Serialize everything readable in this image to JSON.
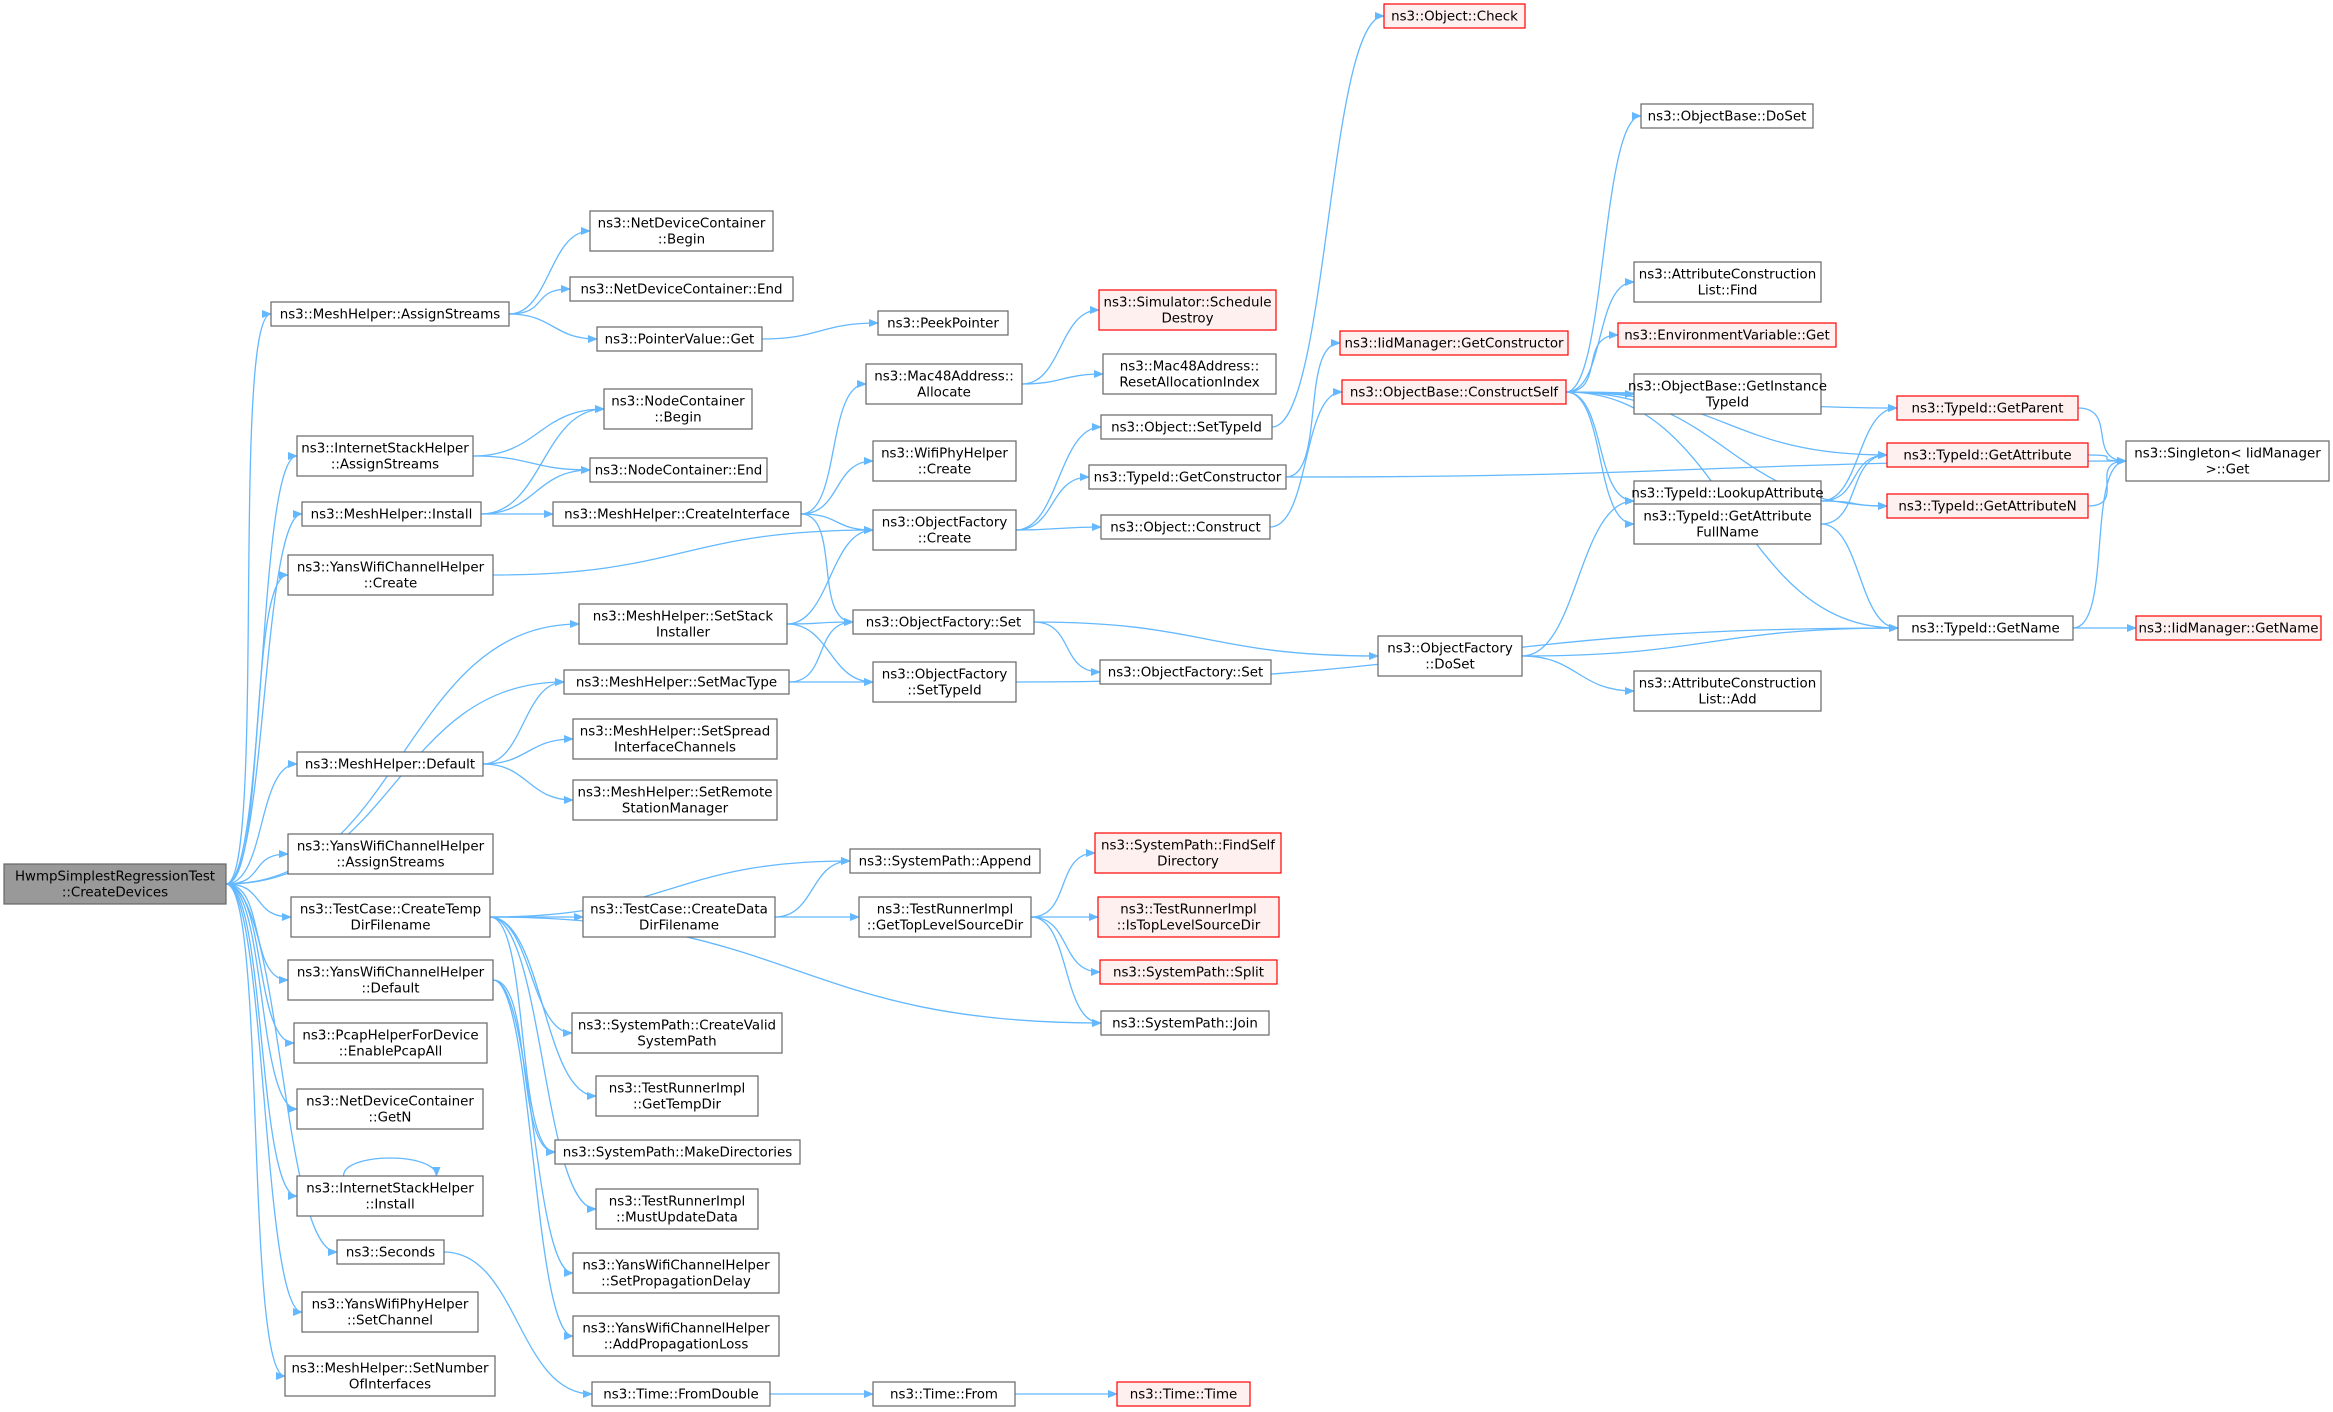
{
  "colors": {
    "edge": "#63b8ff",
    "box_border": "#666666",
    "box_fill": "#ffffff",
    "root_fill": "#999999",
    "truncated_border": "#ff0000",
    "truncated_fill": "#fff0f0"
  },
  "nodes": {
    "root": {
      "lines": [
        "HwmpSimplestRegressionTest",
        "::CreateDevices"
      ],
      "kind": "root"
    },
    "mh_assign": {
      "lines": [
        "ns3::MeshHelper::AssignStreams"
      ]
    },
    "ndc_begin": {
      "lines": [
        "ns3::NetDeviceContainer",
        "::Begin"
      ]
    },
    "ndc_end": {
      "lines": [
        "ns3::NetDeviceContainer::End"
      ]
    },
    "pv_get": {
      "lines": [
        "ns3::PointerValue::Get"
      ]
    },
    "peek": {
      "lines": [
        "ns3::PeekPointer"
      ]
    },
    "ish_assign": {
      "lines": [
        "ns3::InternetStackHelper",
        "::AssignStreams"
      ]
    },
    "nc_begin": {
      "lines": [
        "ns3::NodeContainer",
        "::Begin"
      ]
    },
    "nc_end": {
      "lines": [
        "ns3::NodeContainer::End"
      ]
    },
    "mh_install": {
      "lines": [
        "ns3::MeshHelper::Install"
      ]
    },
    "mh_createif": {
      "lines": [
        "ns3::MeshHelper::CreateInterface"
      ]
    },
    "mac_alloc": {
      "lines": [
        "ns3::Mac48Address::",
        "Allocate"
      ]
    },
    "sim_sched": {
      "lines": [
        "ns3::Simulator::Schedule",
        "Destroy"
      ],
      "kind": "truncated"
    },
    "mac_reset": {
      "lines": [
        "ns3::Mac48Address::",
        "ResetAllocationIndex"
      ]
    },
    "wph_create": {
      "lines": [
        "ns3::WifiPhyHelper",
        "::Create"
      ]
    },
    "ywch_create": {
      "lines": [
        "ns3::YansWifiChannelHelper",
        "::Create"
      ]
    },
    "of_create": {
      "lines": [
        "ns3::ObjectFactory",
        "::Create"
      ]
    },
    "obj_settypeid": {
      "lines": [
        "ns3::Object::SetTypeId"
      ]
    },
    "tid_getctor": {
      "lines": [
        "ns3::TypeId::GetConstructor"
      ]
    },
    "obj_construct": {
      "lines": [
        "ns3::Object::Construct"
      ]
    },
    "obj_check": {
      "lines": [
        "ns3::Object::Check"
      ],
      "kind": "truncated"
    },
    "iid_getctor": {
      "lines": [
        "ns3::IidManager::GetConstructor"
      ],
      "kind": "truncated"
    },
    "ob_construct": {
      "lines": [
        "ns3::ObjectBase::ConstructSelf"
      ],
      "kind": "truncated"
    },
    "ob_doset": {
      "lines": [
        "ns3::ObjectBase::DoSet"
      ]
    },
    "acl_find": {
      "lines": [
        "ns3::AttributeConstruction",
        "List::Find"
      ]
    },
    "env_get": {
      "lines": [
        "ns3::EnvironmentVariable::Get"
      ],
      "kind": "truncated"
    },
    "ob_getinst": {
      "lines": [
        "ns3::ObjectBase::GetInstance",
        "TypeId"
      ]
    },
    "tid_lookup": {
      "lines": [
        "ns3::TypeId::LookupAttribute",
        "ByName"
      ]
    },
    "tid_getattrfull": {
      "lines": [
        "ns3::TypeId::GetAttribute",
        "FullName"
      ]
    },
    "tid_getparent": {
      "lines": [
        "ns3::TypeId::GetParent"
      ],
      "kind": "truncated"
    },
    "tid_getattr": {
      "lines": [
        "ns3::TypeId::GetAttribute"
      ],
      "kind": "truncated"
    },
    "tid_getattrn": {
      "lines": [
        "ns3::TypeId::GetAttributeN"
      ],
      "kind": "truncated"
    },
    "singleton": {
      "lines": [
        "ns3::Singleton< IidManager",
        ">::Get"
      ]
    },
    "tid_getname": {
      "lines": [
        "ns3::TypeId::GetName"
      ]
    },
    "iid_getname": {
      "lines": [
        "ns3::IidManager::GetName"
      ],
      "kind": "truncated"
    },
    "mh_setstack": {
      "lines": [
        "ns3::MeshHelper::SetStack",
        "Installer"
      ]
    },
    "of_set": {
      "lines": [
        "ns3::ObjectFactory::Set"
      ]
    },
    "of_settypeid": {
      "lines": [
        "ns3::ObjectFactory",
        "::SetTypeId"
      ]
    },
    "of_set2": {
      "lines": [
        "ns3::ObjectFactory::Set"
      ]
    },
    "of_doset": {
      "lines": [
        "ns3::ObjectFactory",
        "::DoSet"
      ]
    },
    "acl_add": {
      "lines": [
        "ns3::AttributeConstruction",
        "List::Add"
      ]
    },
    "mh_setmac": {
      "lines": [
        "ns3::MeshHelper::SetMacType"
      ]
    },
    "mh_default": {
      "lines": [
        "ns3::MeshHelper::Default"
      ]
    },
    "mh_setspread": {
      "lines": [
        "ns3::MeshHelper::SetSpread",
        "InterfaceChannels"
      ]
    },
    "mh_setremote": {
      "lines": [
        "ns3::MeshHelper::SetRemote",
        "StationManager"
      ]
    },
    "ywch_assign": {
      "lines": [
        "ns3::YansWifiChannelHelper",
        "::AssignStreams"
      ]
    },
    "tc_createtemp": {
      "lines": [
        "ns3::TestCase::CreateTemp",
        "DirFilename"
      ]
    },
    "sp_append": {
      "lines": [
        "ns3::SystemPath::Append"
      ]
    },
    "tc_createdata": {
      "lines": [
        "ns3::TestCase::CreateData",
        "DirFilename"
      ]
    },
    "tri_gettop": {
      "lines": [
        "ns3::TestRunnerImpl",
        "::GetTopLevelSourceDir"
      ]
    },
    "sp_findself": {
      "lines": [
        "ns3::SystemPath::FindSelf",
        "Directory"
      ],
      "kind": "truncated"
    },
    "tri_istop": {
      "lines": [
        "ns3::TestRunnerImpl",
        "::IsTopLevelSourceDir"
      ],
      "kind": "truncated"
    },
    "sp_split": {
      "lines": [
        "ns3::SystemPath::Split"
      ],
      "kind": "truncated"
    },
    "sp_join": {
      "lines": [
        "ns3::SystemPath::Join"
      ]
    },
    "ywch_default": {
      "lines": [
        "ns3::YansWifiChannelHelper",
        "::Default"
      ]
    },
    "sp_createvalid": {
      "lines": [
        "ns3::SystemPath::CreateValid",
        "SystemPath"
      ]
    },
    "phd_pcap": {
      "lines": [
        "ns3::PcapHelperForDevice",
        "::EnablePcapAll"
      ]
    },
    "tri_gettemp": {
      "lines": [
        "ns3::TestRunnerImpl",
        "::GetTempDir"
      ]
    },
    "ndc_getn": {
      "lines": [
        "ns3::NetDeviceContainer",
        "::GetN"
      ]
    },
    "sp_makedirs": {
      "lines": [
        "ns3::SystemPath::MakeDirectories"
      ]
    },
    "ish_install": {
      "lines": [
        "ns3::InternetStackHelper",
        "::Install"
      ]
    },
    "tri_mustupdate": {
      "lines": [
        "ns3::TestRunnerImpl",
        "::MustUpdateData"
      ]
    },
    "seconds": {
      "lines": [
        "ns3::Seconds"
      ]
    },
    "ywch_setprop": {
      "lines": [
        "ns3::YansWifiChannelHelper",
        "::SetPropagationDelay"
      ]
    },
    "ywph_setchan": {
      "lines": [
        "ns3::YansWifiPhyHelper",
        "::SetChannel"
      ]
    },
    "ywch_addloss": {
      "lines": [
        "ns3::YansWifiChannelHelper",
        "::AddPropagationLoss"
      ]
    },
    "mh_setnumif": {
      "lines": [
        "ns3::MeshHelper::SetNumber",
        "OfInterfaces"
      ]
    },
    "time_fromdouble": {
      "lines": [
        "ns3::Time::FromDouble"
      ]
    },
    "time_from": {
      "lines": [
        "ns3::Time::From"
      ]
    },
    "time_time": {
      "lines": [
        "ns3::Time::Time"
      ],
      "kind": "truncated"
    }
  },
  "edges": [
    [
      "root",
      "mh_assign"
    ],
    [
      "root",
      "ish_assign"
    ],
    [
      "root",
      "mh_install"
    ],
    [
      "root",
      "ywch_create"
    ],
    [
      "root",
      "mh_setstack"
    ],
    [
      "root",
      "mh_setmac"
    ],
    [
      "root",
      "mh_default"
    ],
    [
      "root",
      "ywch_assign"
    ],
    [
      "root",
      "tc_createtemp"
    ],
    [
      "root",
      "ywch_default"
    ],
    [
      "root",
      "phd_pcap"
    ],
    [
      "root",
      "ndc_getn"
    ],
    [
      "root",
      "ish_install"
    ],
    [
      "root",
      "seconds"
    ],
    [
      "root",
      "ywph_setchan"
    ],
    [
      "root",
      "mh_setnumif"
    ],
    [
      "mh_assign",
      "ndc_begin"
    ],
    [
      "mh_assign",
      "ndc_end"
    ],
    [
      "mh_assign",
      "pv_get"
    ],
    [
      "pv_get",
      "peek"
    ],
    [
      "ish_assign",
      "nc_begin"
    ],
    [
      "ish_assign",
      "nc_end"
    ],
    [
      "mh_install",
      "nc_begin"
    ],
    [
      "mh_install",
      "nc_end"
    ],
    [
      "mh_install",
      "mh_createif"
    ],
    [
      "mh_createif",
      "mac_alloc"
    ],
    [
      "mh_createif",
      "wph_create"
    ],
    [
      "mh_createif",
      "of_create"
    ],
    [
      "mh_createif",
      "of_set"
    ],
    [
      "mac_alloc",
      "sim_sched"
    ],
    [
      "mac_alloc",
      "mac_reset"
    ],
    [
      "ywch_create",
      "of_create"
    ],
    [
      "of_create",
      "obj_settypeid"
    ],
    [
      "of_create",
      "tid_getctor"
    ],
    [
      "of_create",
      "obj_construct"
    ],
    [
      "obj_settypeid",
      "obj_check"
    ],
    [
      "tid_getctor",
      "iid_getctor"
    ],
    [
      "tid_getctor",
      "singleton"
    ],
    [
      "obj_construct",
      "ob_construct"
    ],
    [
      "ob_construct",
      "ob_doset"
    ],
    [
      "ob_construct",
      "acl_find"
    ],
    [
      "ob_construct",
      "env_get"
    ],
    [
      "ob_construct",
      "ob_getinst"
    ],
    [
      "ob_construct",
      "tid_lookup"
    ],
    [
      "ob_construct",
      "tid_getattrfull"
    ],
    [
      "ob_construct",
      "tid_getparent"
    ],
    [
      "ob_construct",
      "tid_getattr"
    ],
    [
      "ob_construct",
      "tid_getattrn"
    ],
    [
      "ob_construct",
      "tid_getname"
    ],
    [
      "tid_lookup",
      "tid_getparent"
    ],
    [
      "tid_lookup",
      "tid_getattr"
    ],
    [
      "tid_lookup",
      "tid_getattrn"
    ],
    [
      "tid_getattrfull",
      "tid_getattr"
    ],
    [
      "tid_getattrfull",
      "tid_getname"
    ],
    [
      "tid_getparent",
      "singleton"
    ],
    [
      "tid_getattr",
      "singleton"
    ],
    [
      "tid_getattrn",
      "singleton"
    ],
    [
      "tid_getname",
      "singleton"
    ],
    [
      "tid_getname",
      "iid_getname"
    ],
    [
      "mh_setstack",
      "of_create"
    ],
    [
      "mh_setstack",
      "of_set"
    ],
    [
      "mh_setstack",
      "of_settypeid"
    ],
    [
      "mh_setmac",
      "of_set"
    ],
    [
      "mh_setmac",
      "of_settypeid"
    ],
    [
      "of_set",
      "of_set2"
    ],
    [
      "of_set",
      "of_doset"
    ],
    [
      "of_doset",
      "tid_lookup"
    ],
    [
      "of_doset",
      "acl_add"
    ],
    [
      "of_doset",
      "tid_getname"
    ],
    [
      "of_settypeid",
      "tid_getname"
    ],
    [
      "mh_default",
      "mh_setmac"
    ],
    [
      "mh_default",
      "mh_setspread"
    ],
    [
      "mh_default",
      "mh_setremote"
    ],
    [
      "tc_createtemp",
      "sp_append"
    ],
    [
      "tc_createtemp",
      "tc_createdata"
    ],
    [
      "tc_createtemp",
      "sp_join"
    ],
    [
      "tc_createtemp",
      "sp_createvalid"
    ],
    [
      "tc_createtemp",
      "tri_gettemp"
    ],
    [
      "tc_createtemp",
      "sp_makedirs"
    ],
    [
      "tc_createtemp",
      "tri_mustupdate"
    ],
    [
      "tc_createdata",
      "sp_append"
    ],
    [
      "tc_createdata",
      "tri_gettop"
    ],
    [
      "tri_gettop",
      "sp_findself"
    ],
    [
      "tri_gettop",
      "tri_istop"
    ],
    [
      "tri_gettop",
      "sp_split"
    ],
    [
      "tri_gettop",
      "sp_join"
    ],
    [
      "ywch_default",
      "sp_makedirs"
    ],
    [
      "ywch_default",
      "ywch_setprop"
    ],
    [
      "ywch_default",
      "ywch_addloss"
    ],
    [
      "ish_install",
      "ish_install"
    ],
    [
      "seconds",
      "time_fromdouble"
    ],
    [
      "time_fromdouble",
      "time_from"
    ],
    [
      "time_from",
      "time_time"
    ]
  ]
}
